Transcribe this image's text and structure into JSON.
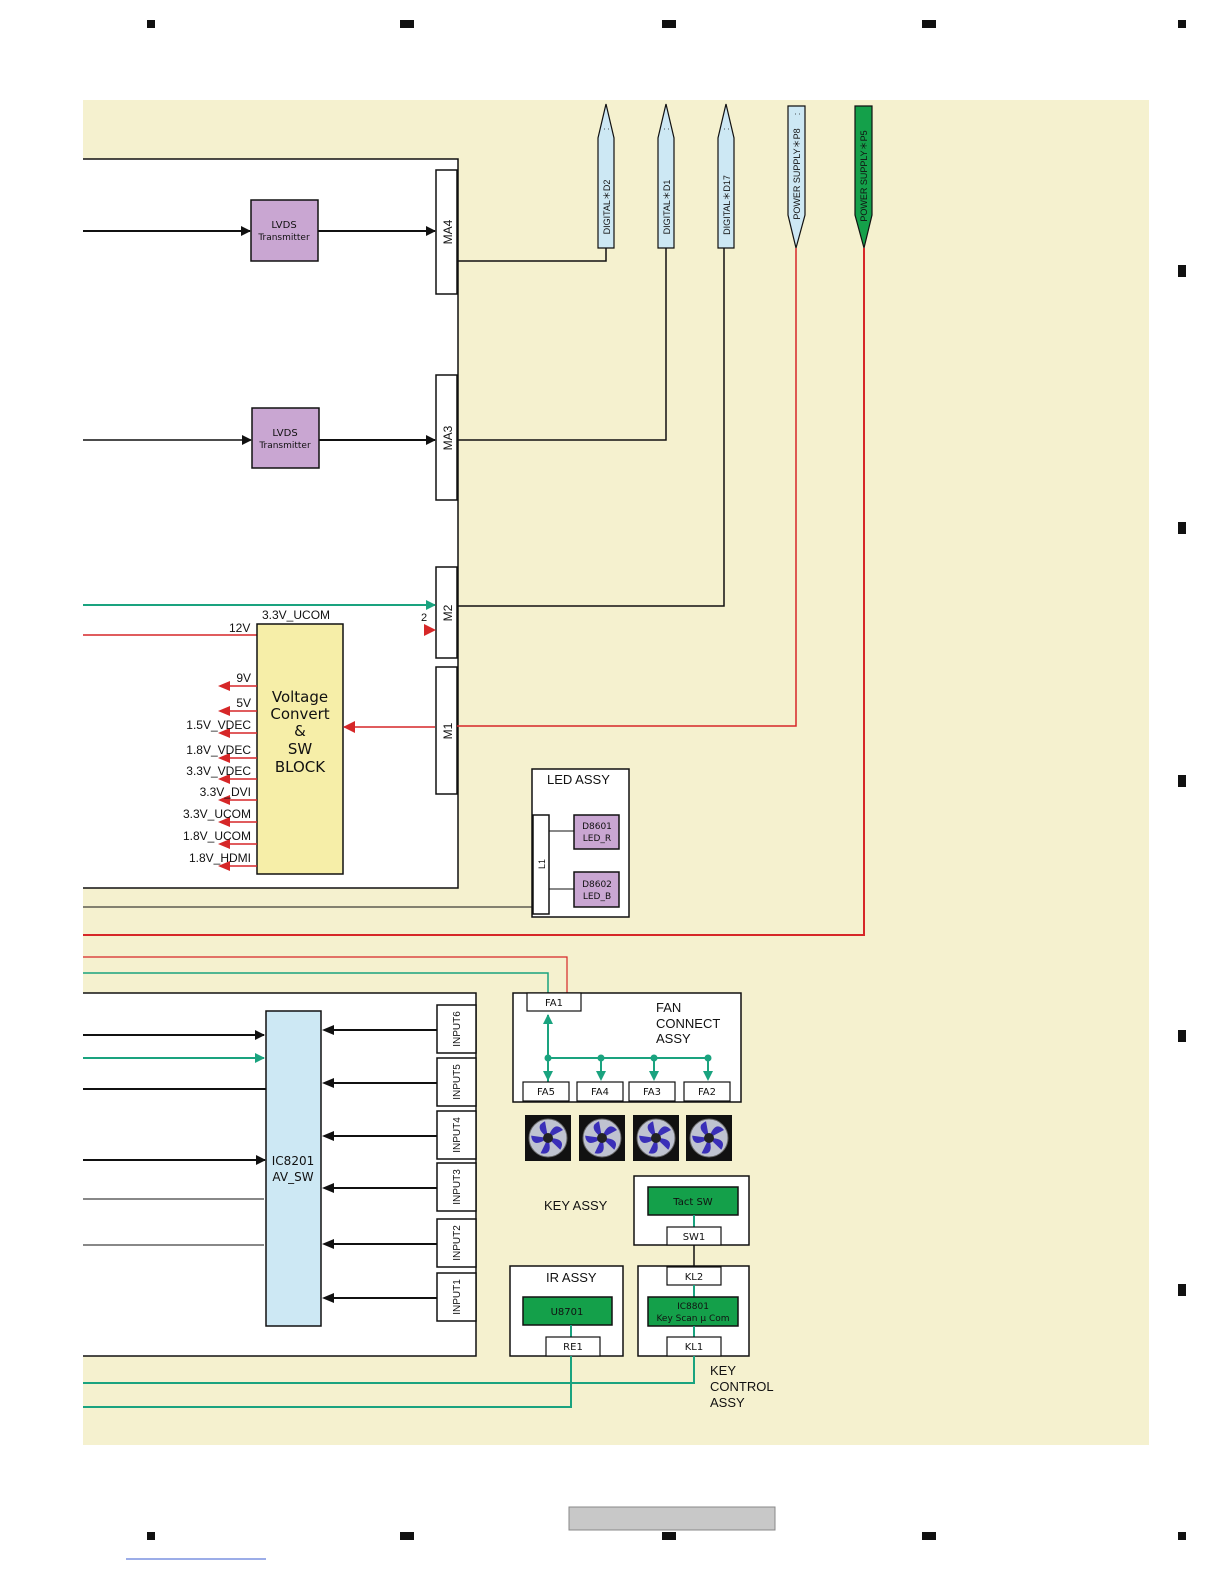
{
  "colors": {
    "background": "#f5f1cf",
    "lvds_block": "#c9a6d2",
    "voltage_block": "#f6eea8",
    "av_sw_block": "#cde8f4",
    "green_block": "#14a04a",
    "red_line": "#d62728",
    "teal_line": "#1aa37f",
    "digital_connector": "#cde8f4",
    "fan_blade": "#3a2fb8"
  },
  "lvds_top": {
    "line1": "LVDS",
    "line2": "Transmitter"
  },
  "lvds_bottom": {
    "line1": "LVDS",
    "line2": "Transmitter"
  },
  "connectors": {
    "ma4": "MA4",
    "ma3": "MA3",
    "m2": "M2",
    "m1": "M1",
    "m2_pin": "2"
  },
  "offpage": {
    "d2": "DIGITAL＊D2",
    "d1": "DIGITAL＊D1",
    "d17": "DIGITAL＊D17",
    "p8": "POWER SUPPLY＊P8",
    "p5": "POWER SUPPLY＊P5",
    "dots": ":"
  },
  "voltage_block": {
    "line1": "Voltage",
    "line2": "Convert",
    "line3": "&",
    "line4": "SW",
    "line5": "BLOCK",
    "input_12v": "12V",
    "top_label": "3.3V_UCOM"
  },
  "voltage_outputs": [
    "9V",
    "5V",
    "1.5V_VDEC",
    "1.8V_VDEC",
    "3.3V_VDEC",
    "3.3V_DVI",
    "3.3V_UCOM",
    "1.8V_UCOM",
    "1.8V_HDMI"
  ],
  "led_assy": {
    "title": "LED ASSY",
    "connector": "L1",
    "led_r_1": "D8601",
    "led_r_2": "LED_R",
    "led_b_1": "D8602",
    "led_b_2": "LED_B"
  },
  "av_sw": {
    "line1": "IC8201",
    "line2": "AV_SW"
  },
  "inputs": [
    "INPUT6",
    "INPUT5",
    "INPUT4",
    "INPUT3",
    "INPUT2",
    "INPUT1"
  ],
  "fan_assy": {
    "title1": "FAN",
    "title2": "CONNECT",
    "title3": "ASSY",
    "fa1": "FA1",
    "ports": [
      "FA5",
      "FA4",
      "FA3",
      "FA2"
    ]
  },
  "key_assy": {
    "title": "KEY ASSY",
    "tact": "Tact SW",
    "sw1": "SW1"
  },
  "ir_assy": {
    "title": "IR ASSY",
    "chip": "U8701",
    "connector": "RE1"
  },
  "key_control": {
    "kl2": "KL2",
    "chip1": "IC8801",
    "chip2": "Key Scan  μ Com",
    "kl1": "KL1",
    "title1": "KEY",
    "title2": "CONTROL",
    "title3": "ASSY"
  }
}
